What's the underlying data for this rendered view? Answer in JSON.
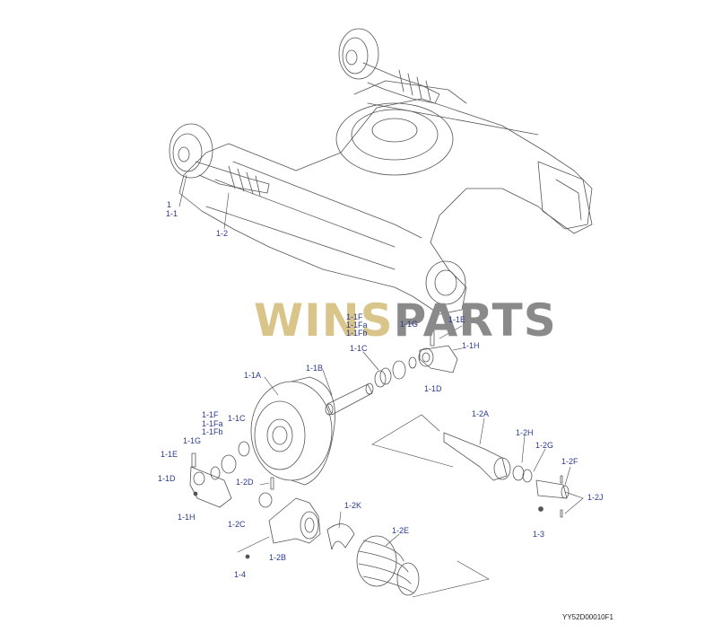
{
  "watermark": {
    "part1": "WINS",
    "part2": "PARTS",
    "color1": "#d9c48a",
    "color2": "#8a8a8a"
  },
  "drawing_code": "YY52D00010F1",
  "callouts": [
    {
      "id": "c1",
      "text": "1"
    },
    {
      "id": "c2",
      "text": "1-1"
    },
    {
      "id": "c3",
      "text": "1-2"
    },
    {
      "id": "c4",
      "text": "1-1F"
    },
    {
      "id": "c5",
      "text": "1-1Fa"
    },
    {
      "id": "c6",
      "text": "1-1Fb"
    },
    {
      "id": "c7",
      "text": "1-1G"
    },
    {
      "id": "c8",
      "text": "1-1E"
    },
    {
      "id": "c9",
      "text": "1-1H"
    },
    {
      "id": "c10",
      "text": "1-1C"
    },
    {
      "id": "c11",
      "text": "1-1D"
    },
    {
      "id": "c12",
      "text": "1-1B"
    },
    {
      "id": "c13",
      "text": "1-1A"
    },
    {
      "id": "c14",
      "text": "1-1F"
    },
    {
      "id": "c15",
      "text": "1-1Fa"
    },
    {
      "id": "c16",
      "text": "1-1Fb"
    },
    {
      "id": "c17",
      "text": "1-1C"
    },
    {
      "id": "c18",
      "text": "1-1G"
    },
    {
      "id": "c19",
      "text": "1-1E"
    },
    {
      "id": "c20",
      "text": "1-1D"
    },
    {
      "id": "c21",
      "text": "1-2D"
    },
    {
      "id": "c22",
      "text": "1-1H"
    },
    {
      "id": "c23",
      "text": "1-2C"
    },
    {
      "id": "c24",
      "text": "1-2B"
    },
    {
      "id": "c25",
      "text": "1-4"
    },
    {
      "id": "c26",
      "text": "1-2K"
    },
    {
      "id": "c27",
      "text": "1-2E"
    },
    {
      "id": "c28",
      "text": "1-2A"
    },
    {
      "id": "c29",
      "text": "1-2H"
    },
    {
      "id": "c30",
      "text": "1-2G"
    },
    {
      "id": "c31",
      "text": "1-2F"
    },
    {
      "id": "c32",
      "text": "1-2J"
    },
    {
      "id": "c33",
      "text": "1-3"
    }
  ]
}
